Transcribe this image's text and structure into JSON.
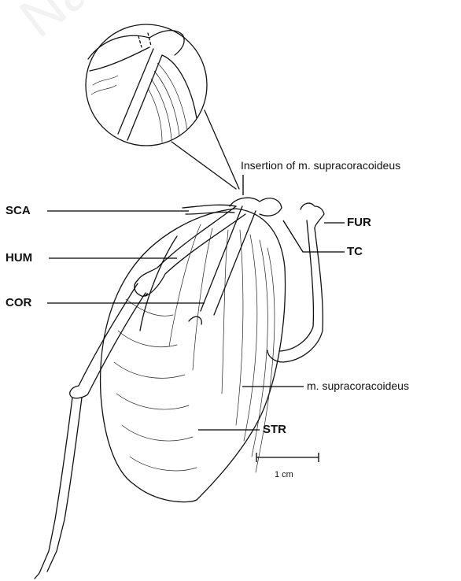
{
  "labels": {
    "insertion": "Insertion of m. supracoracoideus",
    "sca": "SCA",
    "hum": "HUM",
    "cor": "COR",
    "fur": "FUR",
    "tc": "TC",
    "muscle": "m. supracoracoideus",
    "str": "STR",
    "scale": "1 cm"
  },
  "watermark": "Nature"
}
